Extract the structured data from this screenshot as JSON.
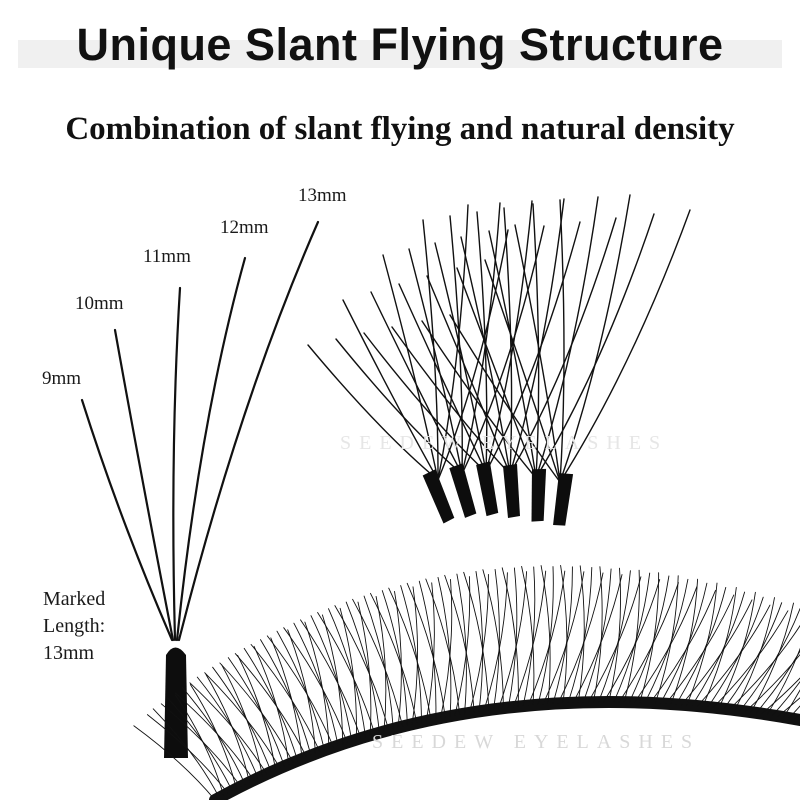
{
  "title": "Unique Slant Flying Structure",
  "subtitle": "Combination of slant flying and natural density",
  "lengths": [
    "9mm",
    "10mm",
    "11mm",
    "12mm",
    "13mm"
  ],
  "marked": {
    "line1": "Marked",
    "line2": "Length:",
    "line3": "13mm"
  },
  "watermark": "SEEDEW EYELASHES",
  "colors": {
    "lash": "#111111",
    "title_band": "#f0f0f0",
    "text": "#111111"
  }
}
